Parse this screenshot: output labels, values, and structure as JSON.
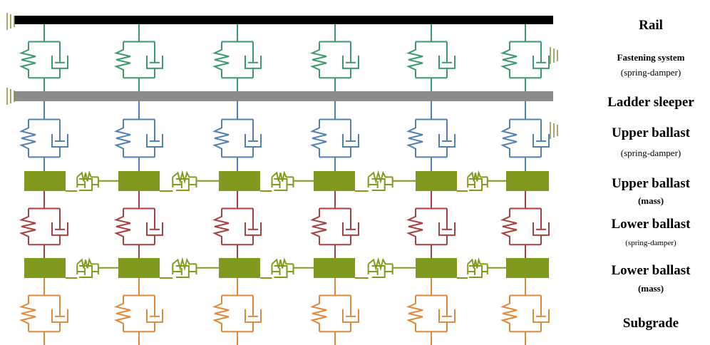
{
  "colors": {
    "rail": "#000000",
    "sleeper": "#8c8c8c",
    "fastening": "#3b9a6b",
    "upper_ballast": "#4f7fb5",
    "ballast_mass": "#7f9a1e",
    "lower_ballast": "#a8403f",
    "subgrade": "#dd8a3c",
    "boundary": "#8a8a3a"
  },
  "labels": {
    "rail": "Rail",
    "fastening_title": "Fastening system",
    "fastening_sub": "(spring-damper)",
    "ladder_sleeper": "Ladder sleeper",
    "upper_ballast_title": "Upper ballast",
    "upper_ballast_sub": "(spring-damper)",
    "upper_mass_title": "Upper ballast",
    "upper_mass_sub": "(mass)",
    "lower_ballast_title": "Lower ballast",
    "lower_ballast_sub": "(spring-damper)",
    "lower_mass_title": "Lower ballast",
    "lower_mass_sub": "(mass)",
    "subgrade": "Subgrade"
  }
}
